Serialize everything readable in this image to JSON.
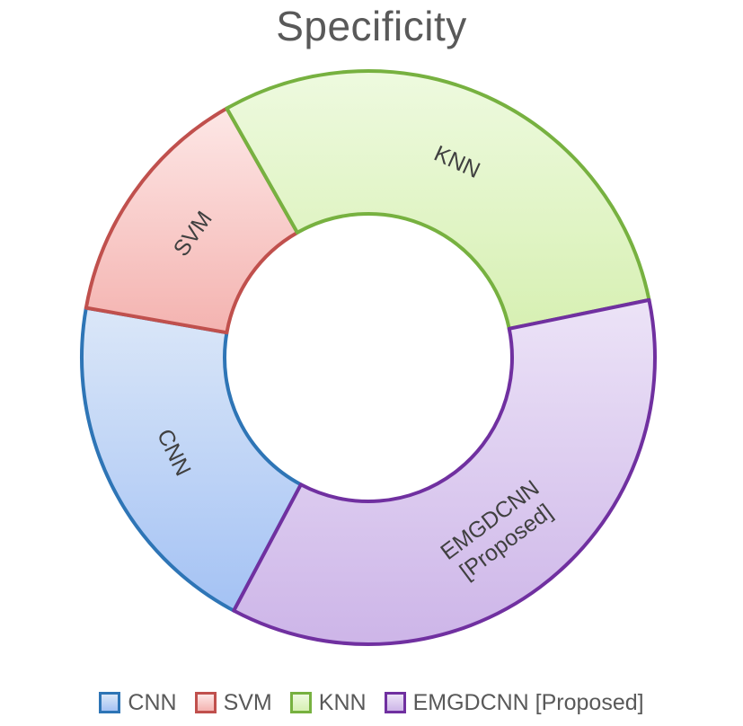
{
  "chart_data": {
    "type": "pie",
    "subtype": "donut",
    "title": "Specificity",
    "categories": [
      "CNN",
      "SVM",
      "KNN",
      "EMGDCNN [Proposed]"
    ],
    "values": [
      0.2,
      0.14,
      0.3,
      0.36
    ],
    "slice_labels": [
      "CNN",
      "SVM",
      "KNN",
      "EMGDCNN\n[Proposed]"
    ],
    "legend": "bottom",
    "colors": {
      "CNN": {
        "stroke": "#2e75b6",
        "fill_light": "#dbe7f8",
        "fill_dark": "#a4c2f4"
      },
      "SVM": {
        "stroke": "#c0504d",
        "fill_light": "#fde7e6",
        "fill_dark": "#f4b3b0"
      },
      "KNN": {
        "stroke": "#77b140",
        "fill_light": "#eefadf",
        "fill_dark": "#d7f0b3"
      },
      "EMGDCNN [Proposed]": {
        "stroke": "#7030a0",
        "fill_light": "#ece3f7",
        "fill_dark": "#cdb5e8"
      }
    }
  }
}
